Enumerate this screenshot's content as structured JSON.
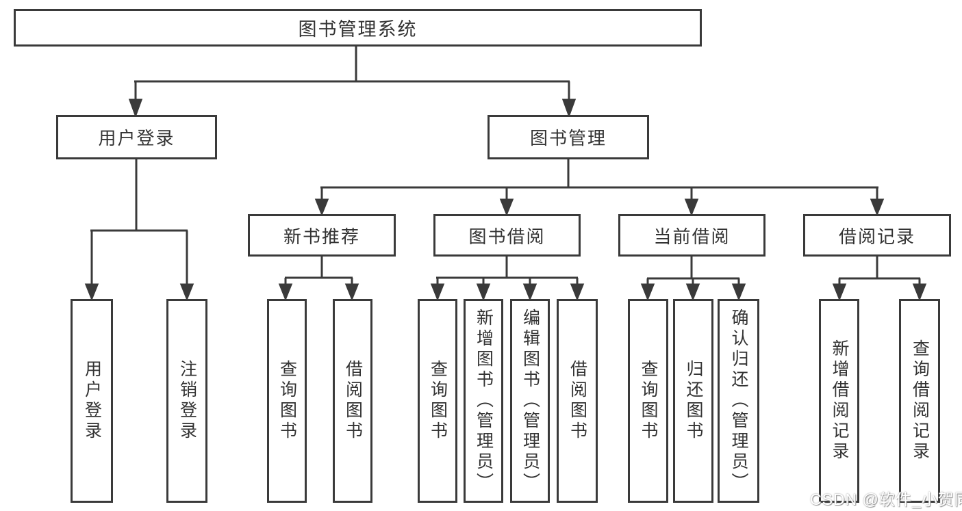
{
  "root": {
    "label": "图书管理系统"
  },
  "branches": {
    "user_login": {
      "label": "用户登录",
      "leaves": [
        "用户登录",
        "注销登录"
      ]
    },
    "book_management": {
      "label": "图书管理",
      "sections": {
        "new_book_recommend": {
          "label": "新书推荐",
          "leaves": [
            "查询图书",
            "借阅图书"
          ]
        },
        "book_borrow": {
          "label": "图书借阅",
          "leaves": [
            "查询图书",
            "新增图书（管理员）",
            "编辑图书（管理员）",
            "借阅图书"
          ]
        },
        "current_borrow": {
          "label": "当前借阅",
          "leaves": [
            "查询图书",
            "归还图书",
            "确认归还（管理员）"
          ]
        },
        "borrow_records": {
          "label": "借阅记录",
          "leaves": [
            "新增借阅记录",
            "查询借阅记录"
          ]
        }
      }
    }
  },
  "watermark": {
    "text": "CSDN @软件_小贺同学"
  },
  "colors": {
    "line": "#3a3a3a",
    "text": "#333333",
    "background": "#ffffff",
    "watermark": "#ffffff"
  }
}
